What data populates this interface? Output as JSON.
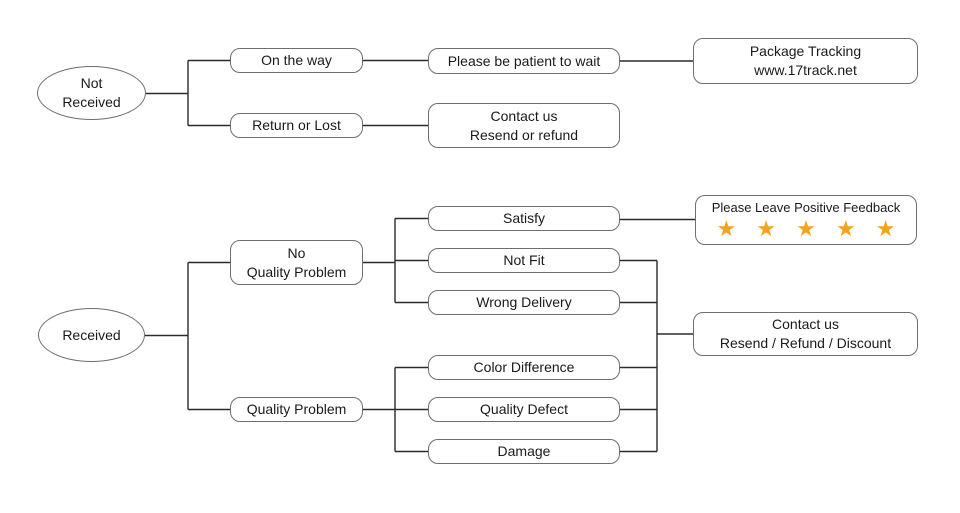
{
  "diagram": {
    "title": "after-sale decision flowchart",
    "colors": {
      "background": "#ffffff",
      "node_border": "#6e6e6e",
      "connector_line": "#2b2b2b",
      "text": "#1a1a1a",
      "star": "#F5A31B"
    },
    "nodes": {
      "not_received": {
        "line1": "Not",
        "line2": "Received"
      },
      "on_the_way": {
        "label": "On the way"
      },
      "return_or_lost": {
        "label": "Return or Lost"
      },
      "be_patient": {
        "label": "Please be patient to wait"
      },
      "package_tracking": {
        "line1": "Package Tracking",
        "line2": "www.17track.net"
      },
      "contact_top": {
        "line1": "Contact us",
        "line2": "Resend or refund"
      },
      "received": {
        "label": "Received"
      },
      "no_quality_problem": {
        "line1": "No",
        "line2": "Quality Problem"
      },
      "quality_problem": {
        "label": "Quality Problem"
      },
      "satisfy": {
        "label": "Satisfy"
      },
      "not_fit": {
        "label": "Not Fit"
      },
      "wrong_delivery": {
        "label": "Wrong Delivery"
      },
      "positive_feedback": {
        "label": "Please Leave Positive Feedback",
        "stars": "★ ★ ★ ★ ★",
        "star_count": 5
      },
      "color_difference": {
        "label": "Color Difference"
      },
      "quality_defect": {
        "label": "Quality Defect"
      },
      "damage": {
        "label": "Damage"
      },
      "contact_bottom": {
        "line1": "Contact us",
        "line2": "Resend / Refund / Discount"
      }
    }
  }
}
